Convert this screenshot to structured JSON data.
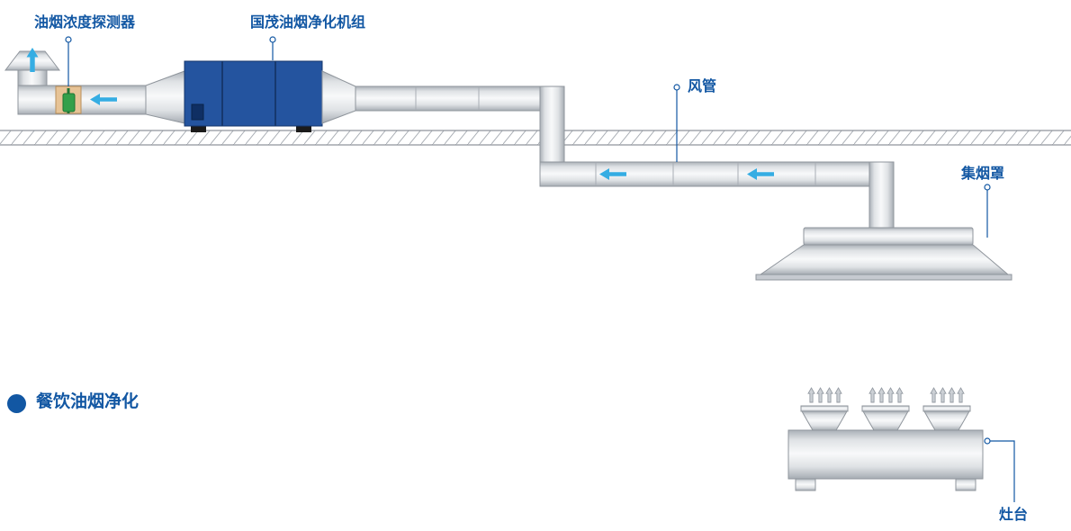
{
  "diagram": {
    "labels": {
      "detector": "油烟浓度探测器",
      "purifier": "国茂油烟净化机组",
      "duct": "风管",
      "hood": "集烟罩",
      "stove": "灶台"
    },
    "caption": "餐饮油烟净化",
    "colors": {
      "label_blue": "#1257a3",
      "arrow_cyan": "#35ade3",
      "unit_blue": "#24549f",
      "duct_gray": "#e8eaec",
      "detector_green": "#33a04a",
      "detector_band_tan": "#e7c396"
    },
    "icons": {
      "bullet": "filled-circle",
      "airflow_left": "left-arrow",
      "airflow_up": "up-arrow",
      "steam": "small-up-arrow",
      "callout": "circle-pin-with-line"
    }
  }
}
